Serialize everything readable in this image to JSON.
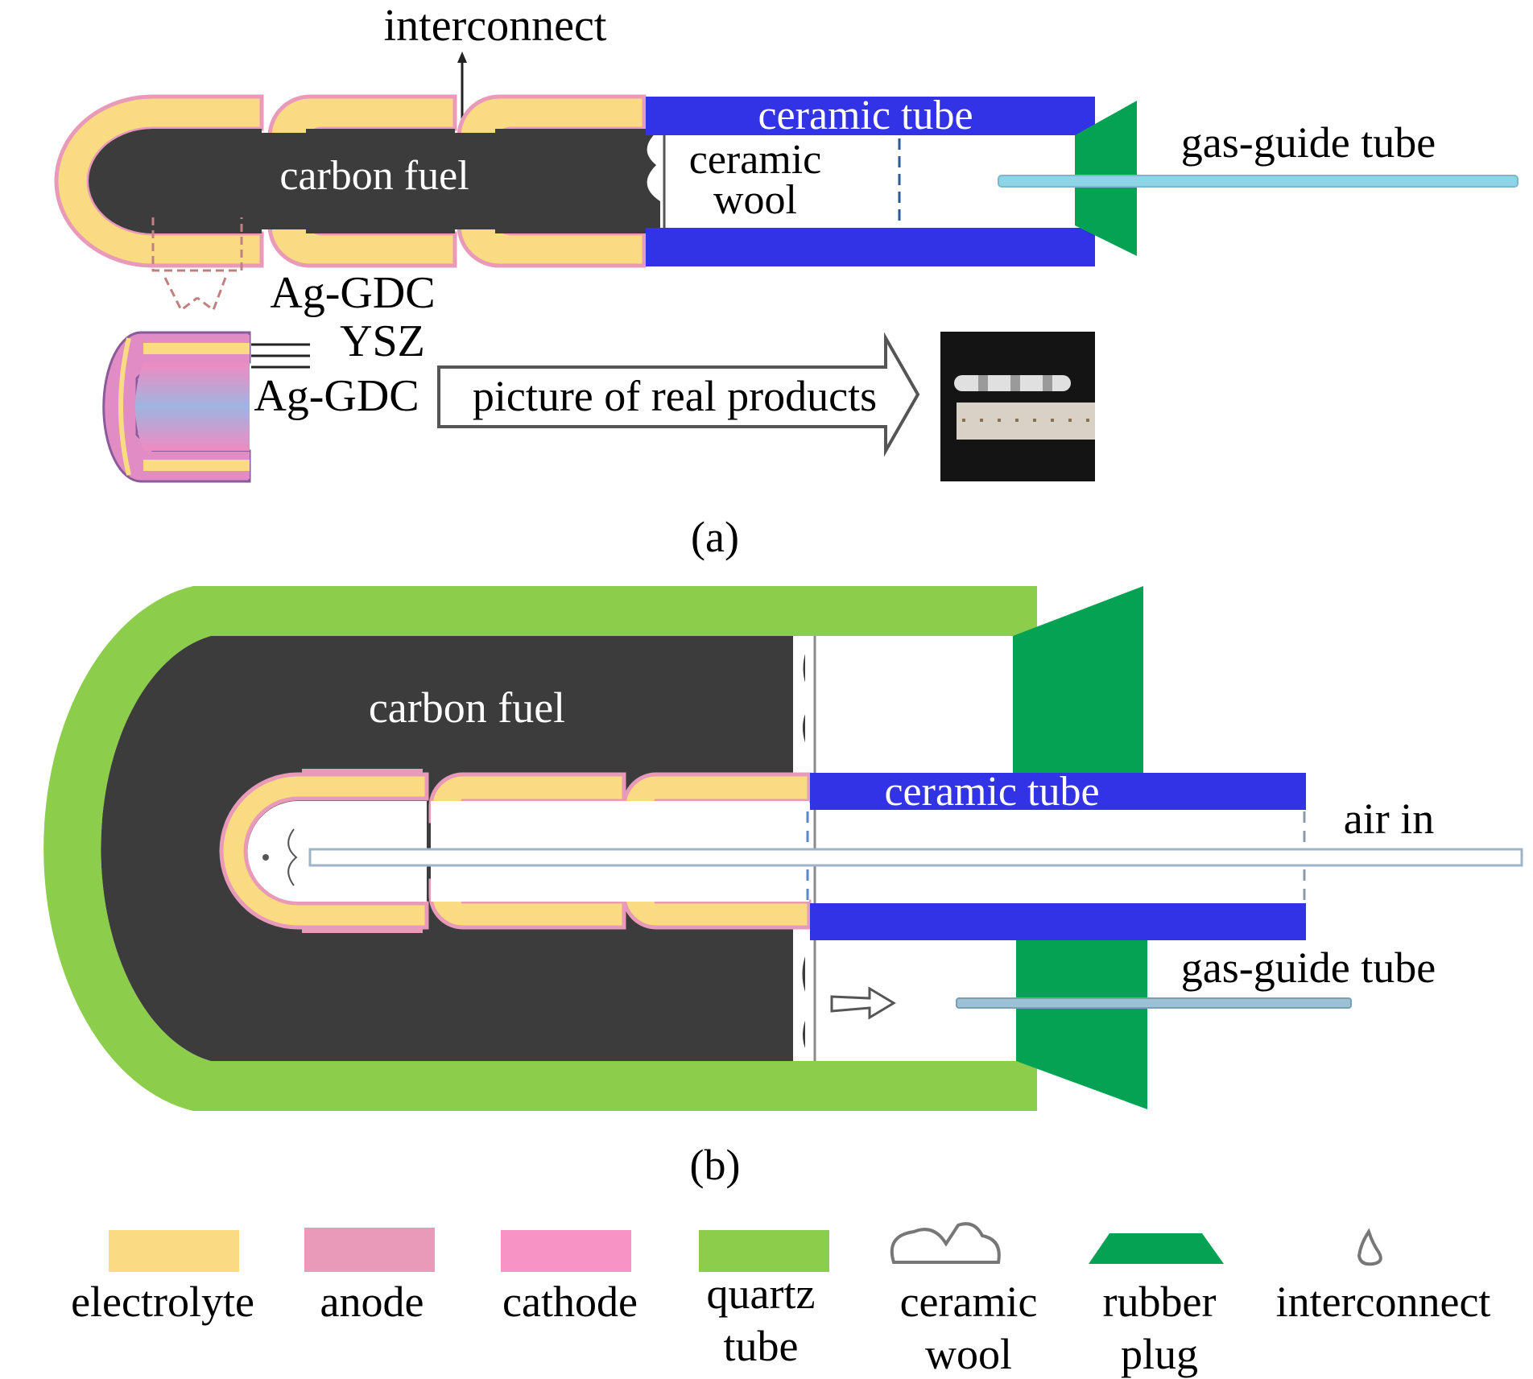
{
  "figure": {
    "panel_a": {
      "caption": "(a)",
      "labels": {
        "interconnect": "interconnect",
        "ceramic_tube": "ceramic tube",
        "carbon_fuel": "carbon fuel",
        "ceramic_wool_line1": "ceramic",
        "ceramic_wool_line2": "wool",
        "gas_guide_tube": "gas-guide tube",
        "ag_gdc_top": "Ag-GDC",
        "ysz": "YSZ",
        "ag_gdc_bottom": "Ag-GDC",
        "picture_arrow": "picture of real products"
      }
    },
    "panel_b": {
      "caption": "(b)",
      "labels": {
        "carbon_fuel": "carbon fuel",
        "ceramic_tube": "ceramic tube",
        "air_in": "air in",
        "gas_guide_tube": "gas-guide tube"
      }
    },
    "legend": {
      "items": [
        {
          "key": "electrolyte",
          "line1": "electrolyte",
          "line2": "",
          "color": "#f9dc82"
        },
        {
          "key": "anode",
          "line1": "anode",
          "line2": "",
          "color": "#e89ab8"
        },
        {
          "key": "cathode",
          "line1": "cathode",
          "line2": "",
          "color": "#f794c5"
        },
        {
          "key": "quartz-tube",
          "line1": "quartz",
          "line2": "tube",
          "color": "#8cce4c"
        },
        {
          "key": "ceramic-wool",
          "line1": "ceramic",
          "line2": "wool",
          "color": "#ffffff"
        },
        {
          "key": "rubber-plug",
          "line1": "rubber",
          "line2": "plug",
          "color": "#05a253"
        },
        {
          "key": "interconnect",
          "line1": "interconnect",
          "line2": "",
          "color": "#ffffff"
        }
      ]
    },
    "colors": {
      "carbon": "#3c3c3c",
      "ceramic_tube": "#3232e6",
      "gas_guide": "#8fd3e6",
      "electrolyte": "#f9dc82",
      "anode": "#e89ab8",
      "cathode": "#f794c5",
      "quartz": "#8cce4c",
      "rubber": "#05a253"
    }
  }
}
